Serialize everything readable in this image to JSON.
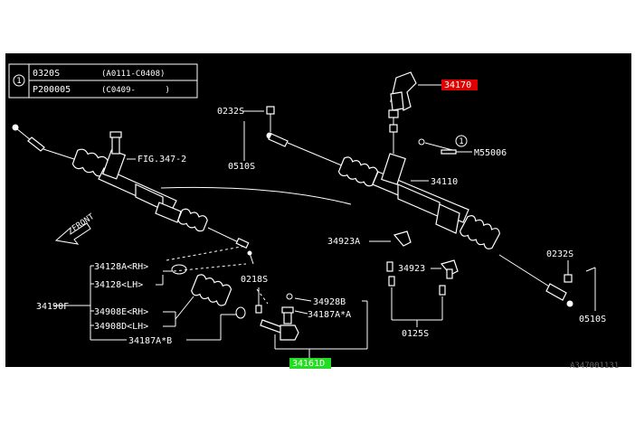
{
  "legend": {
    "marker": "1",
    "rows": [
      {
        "code": "0320S",
        "range": "(A0111-C0408)"
      },
      {
        "code": "P200005",
        "range": "(C0409-      )"
      }
    ]
  },
  "labels": {
    "fig_ref": "FIG.347-2",
    "front": "FRONT",
    "p0232s_left": "0232S",
    "p0510s_left": "0510S",
    "p34170": "34170",
    "p1_callout": "1",
    "m55006": "M55006",
    "p34110": "34110",
    "p34923a": "34923A",
    "p34923": "34923",
    "p0125s": "0125S",
    "p0232s_right": "0232S",
    "p0510s_right": "0510S",
    "p34128a": "34128A<RH>",
    "p34128": "34128<LH>",
    "p34190f": "34190F",
    "p34908e": "34908E<RH>",
    "p34908d": "34908D<LH>",
    "p34187ab": "34187A*B",
    "p0218s": "0218S",
    "p34928b": "34928B",
    "p34187aa": "34187A*A",
    "p34161d": "34161D"
  },
  "highlights": {
    "p34170_color": "#e00000",
    "p34161d_color": "#22dd22"
  },
  "footer": {
    "code": "A347001131"
  }
}
